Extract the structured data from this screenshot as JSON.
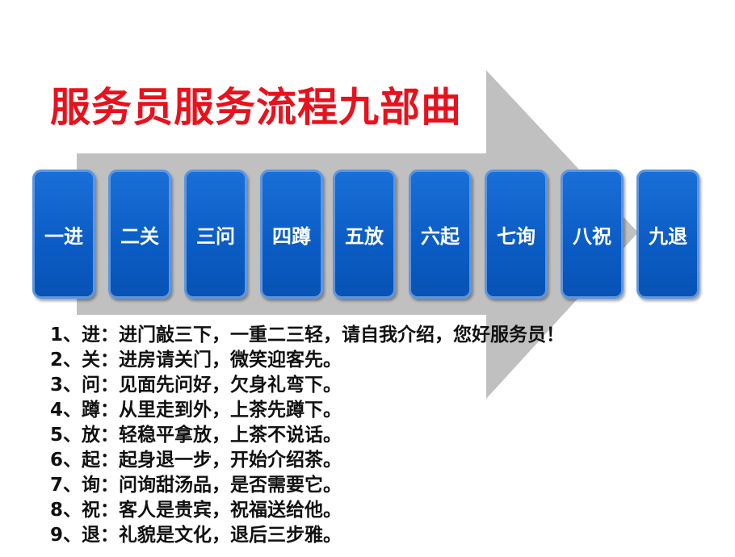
{
  "title": "服务员服务流程九部曲",
  "colors": {
    "title": "#e8111c",
    "box_fill": "#0a5cc4",
    "box_border": "#5d96e0",
    "arrow": "#c0c0c0",
    "text": "#111111"
  },
  "steps": [
    {
      "label": "一进"
    },
    {
      "label": "二关"
    },
    {
      "label": "三问"
    },
    {
      "label": "四蹲"
    },
    {
      "label": "五放"
    },
    {
      "label": "六起"
    },
    {
      "label": "七询"
    },
    {
      "label": "八祝"
    },
    {
      "label": "九退"
    }
  ],
  "rules": [
    "1、进：进门敲三下，一重二三轻，请自我介绍，您好服务员！",
    "2、关：进房请关门，微笑迎客先。",
    "3、问：见面先问好，欠身礼弯下。",
    "4、蹲：从里走到外，上茶先蹲下。",
    "5、放：轻稳平拿放，上茶不说话。",
    "6、起：起身退一步，开始介绍茶。",
    "7、询：问询甜汤品，是否需要它。",
    "8、祝：客人是贵宾，祝福送给他。",
    "9、退：礼貌是文化，退后三步雅。"
  ]
}
